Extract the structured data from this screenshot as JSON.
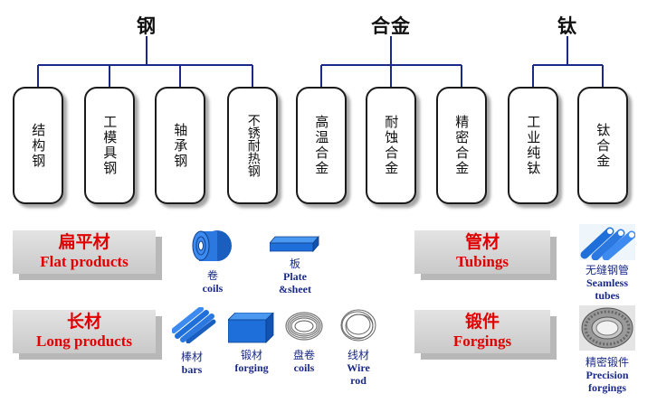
{
  "categories": [
    {
      "title": "钢",
      "items": [
        "结构钢",
        "工模具钢",
        "轴承钢",
        "不锈耐热钢"
      ]
    },
    {
      "title": "合金",
      "items": [
        "高温合金",
        "耐蚀合金",
        "精密合金"
      ]
    },
    {
      "title": "钛",
      "items": [
        "工业纯钛",
        "钛合金"
      ]
    }
  ],
  "product_groups": {
    "flat": {
      "zh": "扁平材",
      "en": "Flat products"
    },
    "long": {
      "zh": "长材",
      "en": "Long products"
    },
    "tubings": {
      "zh": "管材",
      "en": "Tubings"
    },
    "forgings": {
      "zh": "锻件",
      "en": "Forgings"
    }
  },
  "products": {
    "coils": {
      "zh": "卷",
      "en": "coils",
      "icon": "coil-icon"
    },
    "plate": {
      "zh": "板",
      "en": "Plate",
      "en2": "&sheet",
      "icon": "plate-icon"
    },
    "bars": {
      "zh": "棒材",
      "en": "bars",
      "icon": "bars-icon"
    },
    "forging": {
      "zh": "锻材",
      "en": "forging",
      "icon": "forging-block-icon"
    },
    "wire_coils": {
      "zh": "盘卷",
      "en": "coils",
      "icon": "wire-coil-icon"
    },
    "wire_rod": {
      "zh": "线材",
      "en": "Wire",
      "en2": "rod",
      "icon": "wire-rod-icon"
    },
    "seamless": {
      "zh": "无缝钢管",
      "en": "Seamless",
      "en2": "tubes",
      "icon": "tubes-icon"
    },
    "precision": {
      "zh": "精密锻件",
      "en": "Precision",
      "en2": "forgings",
      "icon": "ring-forging-icon"
    }
  },
  "colors": {
    "accent": "#e00000",
    "caption": "#1a2a8a",
    "icon_blue": "#1e6fd9"
  }
}
